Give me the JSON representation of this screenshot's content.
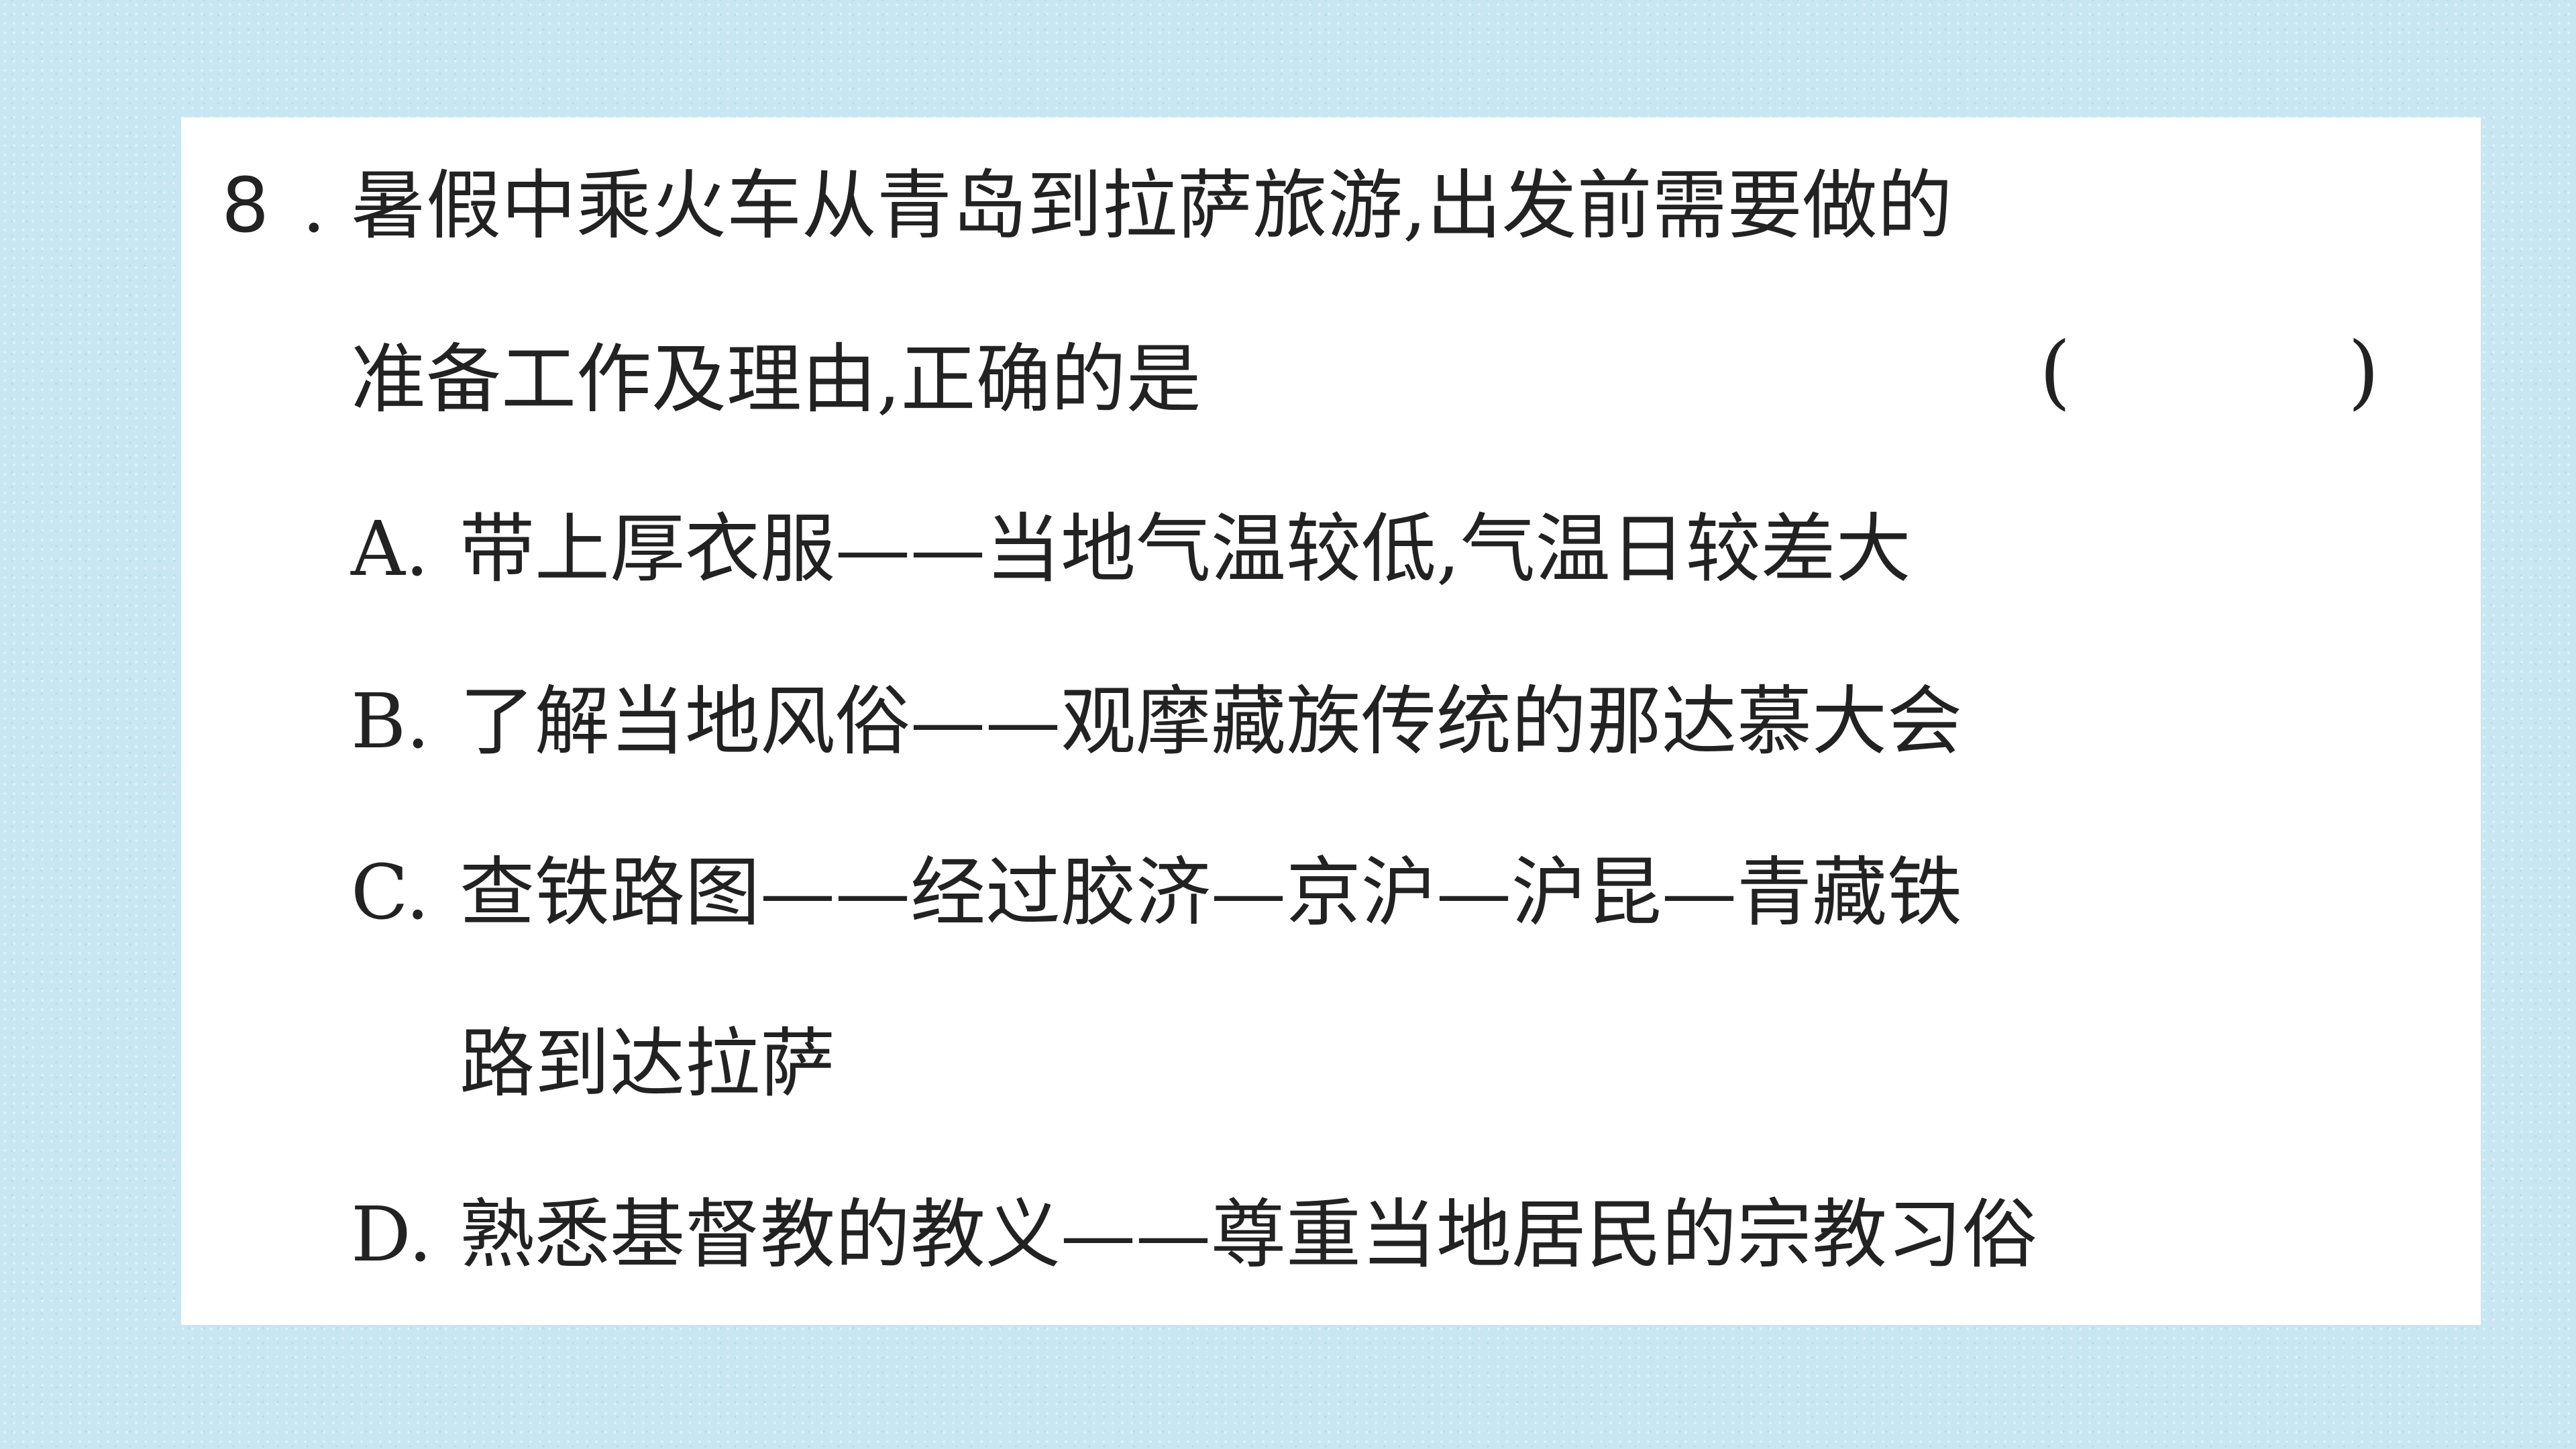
{
  "question": {
    "number": "8",
    "dot": ".",
    "stem_line1": "暑假中乘火车从青岛到拉萨旅游,出发前需要做的",
    "stem_line2": "准备工作及理由,正确的是",
    "paren_open": "(",
    "paren_close": ")",
    "options": [
      {
        "letter": "A.",
        "text": "带上厚衣服——当地气温较低,气温日较差大"
      },
      {
        "letter": "B.",
        "text": "了解当地风俗——观摩藏族传统的那达慕大会"
      },
      {
        "letter": "C.",
        "text": "查铁路图——经过胶济—京沪—沪昆—青藏铁",
        "text2": "路到达拉萨"
      },
      {
        "letter": "D.",
        "text": "熟悉基督教的教义——尊重当地居民的宗教习俗"
      }
    ]
  },
  "colors": {
    "background": "#c9e7f3",
    "card": "#ffffff",
    "text": "#222222"
  }
}
